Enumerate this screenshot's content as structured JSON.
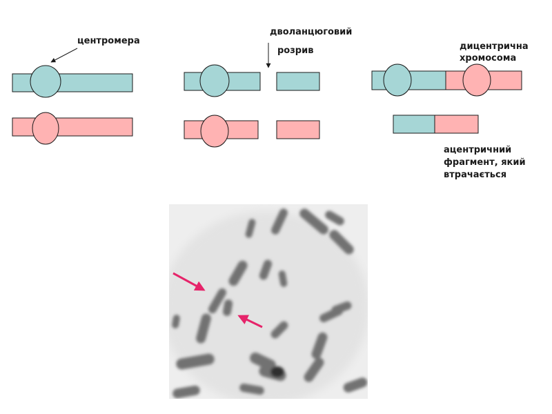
{
  "labels": {
    "centromere": "центромера",
    "double_strand_line1": "дволанцюговий",
    "double_strand_line2": "розрив",
    "dicentric_line1": "дицентрична",
    "dicentric_line2": "хромосома",
    "acentric_line1": "ацентричний",
    "acentric_line2": "фрагмент, який",
    "acentric_line3": "втрачається"
  },
  "colors": {
    "teal": "#a6d6d6",
    "pink": "#ffb3b3",
    "outline": "#1a1a1a",
    "arrow_pink": "#e6246a",
    "photo_background": "#ececec",
    "chromosome_gray": "#6a6a6a"
  },
  "photo": {
    "description_icon": "micrograph-image"
  }
}
